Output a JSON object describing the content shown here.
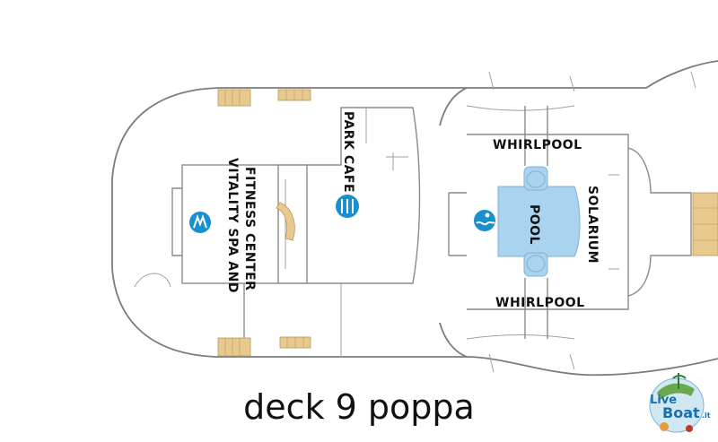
{
  "deck_title": "deck 9 poppa",
  "rooms": {
    "park_cafe": "PARK CAFE",
    "vitality": "VITALITY SPA AND",
    "fitness": "FITNESS CENTER",
    "pool": "POOL",
    "solarium": "SOLARIUM",
    "whirlpool_top": "WHIRLPOOL",
    "whirlpool_bottom": "WHIRLPOOL"
  },
  "logo": {
    "line1": "Live",
    "line2": "Boat",
    "suffix": ".it"
  },
  "colors": {
    "water": "#a9d3ee",
    "icon_blue": "#1a8fd0",
    "stairs": "#e8c98e",
    "walls": "#8a8a8a"
  },
  "icons": [
    "spa-icon",
    "cafe-icon",
    "pool-icon"
  ]
}
